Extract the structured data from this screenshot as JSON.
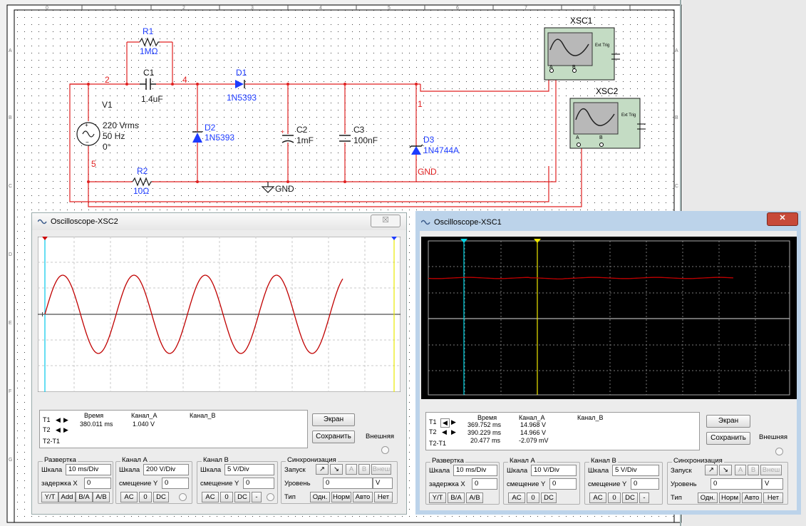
{
  "schematic": {
    "ruler_top": [
      "0",
      "1",
      "2",
      "3",
      "4",
      "5",
      "6",
      "7",
      "8"
    ],
    "ruler_side": [
      "A",
      "B",
      "C",
      "D",
      "E",
      "F",
      "G"
    ],
    "components": {
      "r1": {
        "ref": "R1",
        "value": "1MΩ"
      },
      "c1": {
        "ref": "C1",
        "value": "1.4uF"
      },
      "d1": {
        "ref": "D1",
        "value": "1N5393"
      },
      "d2": {
        "ref": "D2",
        "value": "1N5393"
      },
      "c2": {
        "ref": "C2",
        "value": "1mF"
      },
      "c3": {
        "ref": "C3",
        "value": "100nF"
      },
      "d3": {
        "ref": "D3",
        "value": "1N4744A"
      },
      "v1": {
        "ref": "V1",
        "value1": "220 Vrms",
        "value2": "50 Hz",
        "value3": "0°"
      },
      "r2": {
        "ref": "R2",
        "value": "10Ω"
      },
      "gnd": {
        "label": "GND"
      },
      "gnd_net": {
        "label": "GND"
      },
      "xsc1": {
        "ref": "XSC1",
        "ext": "Ext Trig",
        "a": "A",
        "b": "B"
      },
      "xsc2": {
        "ref": "XSC2",
        "ext": "Ext Trig",
        "a": "A",
        "b": "B"
      }
    },
    "nets": {
      "n2": "2",
      "n4": "4",
      "n1": "1",
      "n5": "5"
    }
  },
  "windows": {
    "xsc2": {
      "title": "Oscilloscope-XSC2",
      "close": "☒",
      "headers": {
        "time": "Время",
        "cha": "Канал_А",
        "chb": "Канал_В"
      },
      "rows": {
        "t1": "T1",
        "t2": "T2",
        "t21": "T2-T1"
      },
      "t1": {
        "time": "380.011 ms",
        "cha": "1.040 V",
        "chb": ""
      },
      "buttons": {
        "screen": "Экран",
        "save": "Сохранить",
        "ext": "Внешняя"
      },
      "timebase": {
        "title": "Развертка",
        "scale_label": "Шкала",
        "scale": "10 ms/Div",
        "xpos_label": "задержка X",
        "xpos": "0",
        "b1": "Y/T",
        "b2": "Add",
        "b3": "B/A",
        "b4": "A/B"
      },
      "cha": {
        "title": "Канал А",
        "scale_label": "Шкала",
        "scale": "200  V/Div",
        "ypos_label": "смещение Y",
        "ypos": "0",
        "ac": "AC",
        "zero": "0",
        "dc": "DC"
      },
      "chb": {
        "title": "Канал В",
        "scale_label": "Шкала",
        "scale": "5  V/Div",
        "ypos_label": "смещение Y",
        "ypos": "0",
        "ac": "AC",
        "zero": "0",
        "dc": "DC",
        "minus": "-"
      },
      "trigger": {
        "title": "Синхронизация",
        "edge_label": "Запуск",
        "level_label": "Уровень",
        "level": "0",
        "unit": "V",
        "type_label": "Тип",
        "a": "A",
        "b": "B",
        "ext": "Внеш",
        "single": "Одн.",
        "normal": "Норм",
        "auto": "Авто",
        "none": "Нет"
      }
    },
    "xsc1": {
      "title": "Oscilloscope-XSC1",
      "close": "✕",
      "headers": {
        "time": "Время",
        "cha": "Канал_А",
        "chb": "Канал_В"
      },
      "rows": {
        "t1": "T1",
        "t2": "T2",
        "t21": "T2-T1"
      },
      "t1": {
        "time": "369.752 ms",
        "cha": "14.968 V",
        "chb": ""
      },
      "t2": {
        "time": "390.229 ms",
        "cha": "14.966 V",
        "chb": ""
      },
      "t21": {
        "time": "20.477 ms",
        "cha": "-2.079 mV",
        "chb": ""
      },
      "buttons": {
        "screen": "Экран",
        "save": "Сохранить",
        "ext": "Внешняя"
      },
      "timebase": {
        "title": "Развертка",
        "scale_label": "Шкала",
        "scale": "10 ms/Div",
        "xpos_label": "задержка X",
        "xpos": "0",
        "b1": "Y/T",
        "b2": "B/A",
        "b3": "A/B"
      },
      "cha": {
        "title": "Канал А",
        "scale_label": "Шкала",
        "scale": "10  V/Div",
        "ypos_label": "смещение Y",
        "ypos": "0",
        "ac": "AC",
        "zero": "0",
        "dc": "DC"
      },
      "chb": {
        "title": "Канал В",
        "scale_label": "Шкала",
        "scale": "5  V/Div",
        "ypos_label": "смещение Y",
        "ypos": "0",
        "ac": "AC",
        "zero": "0",
        "dc": "DC",
        "minus": "-"
      },
      "trigger": {
        "title": "Синхронизация",
        "edge_label": "Запуск",
        "level_label": "Уровень",
        "level": "0",
        "unit": "V",
        "type_label": "Тип",
        "a": "A",
        "b": "B",
        "ext": "Внеш",
        "single": "Одн.",
        "normal": "Норм",
        "auto": "Авто",
        "none": "Нет"
      }
    }
  },
  "colors": {
    "trace": "#c00000",
    "wire": "#e02020",
    "label_blue": "#1e3cff",
    "scope_green": "#c4dcc4"
  }
}
